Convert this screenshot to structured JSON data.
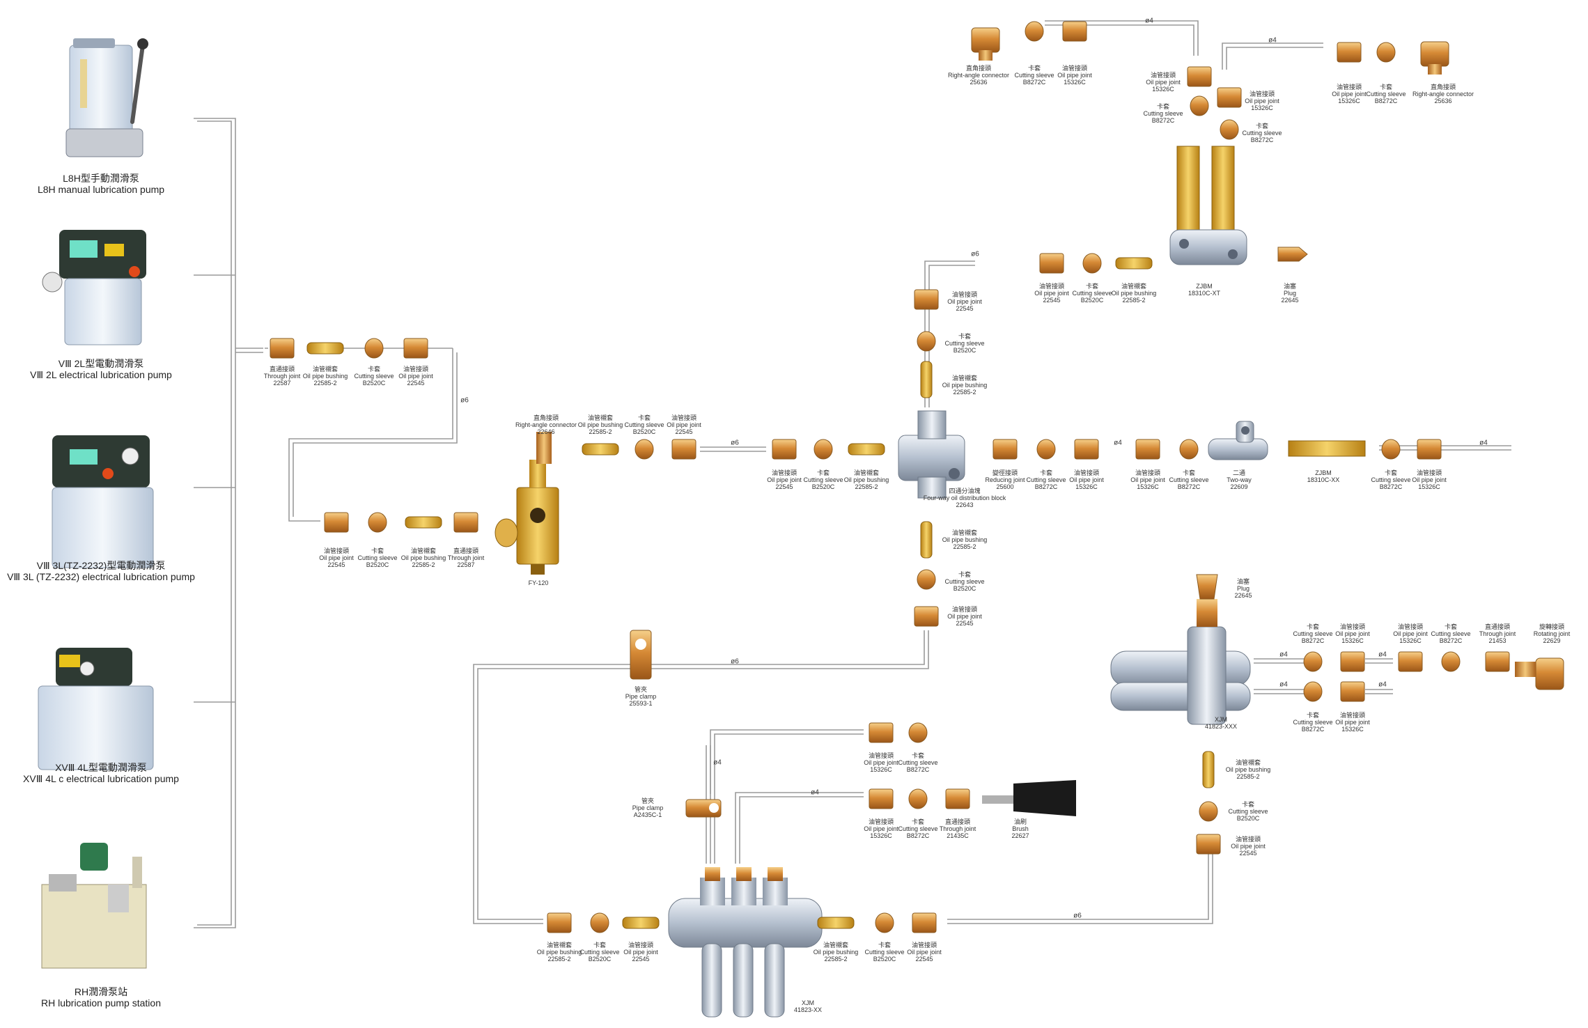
{
  "pumps": [
    {
      "zh": "L8H型手動潤滑泵",
      "en": "L8H manual lubrication pump"
    },
    {
      "zh": "VⅢ 2L型電動潤滑泵",
      "en": "VⅢ 2L electrical lubrication pump"
    },
    {
      "zh": "VⅢ 3L(TZ-2232)型電動潤滑泵",
      "en": "VⅢ 3L (TZ-2232) electrical lubrication pump"
    },
    {
      "zh": "XVⅢ 4L型電動潤滑泵",
      "en": "XVⅢ 4L c electrical lubrication pump"
    },
    {
      "zh": "RH潤滑泵站",
      "en": "RH lubrication pump station"
    }
  ],
  "pipe_diameters": {
    "d6": "ø6",
    "d4": "ø4"
  },
  "parts": {
    "through_joint_22587": {
      "zh": "直通接頭",
      "en": "Through joint",
      "code": "22587"
    },
    "oil_pipe_bushing": {
      "zh": "油管襯套",
      "en": "Oil pipe bushing",
      "code": "22585-2"
    },
    "cutting_sleeve_b2520c": {
      "zh": "卡套",
      "en": "Cutting sleeve",
      "code": "B2520C"
    },
    "oil_pipe_joint_22545": {
      "zh": "油管接頭",
      "en": "Oil pipe joint",
      "code": "22545"
    },
    "right_angle_22646": {
      "zh": "直角接頭",
      "en": "Right-angle connector",
      "code": "22646"
    },
    "fy120": {
      "code": "FY-120"
    },
    "four_way": {
      "zh": "四通分油塊",
      "en": "Four-way oil distribution block",
      "code": "22643"
    },
    "reducing_joint": {
      "zh": "變徑接頭",
      "en": "Reducing joint",
      "code": "25600"
    },
    "cutting_sleeve_b8272c": {
      "zh": "卡套",
      "en": "Cutting sleeve",
      "code": "B8272C"
    },
    "oil_pipe_joint_15326c": {
      "zh": "油管接頭",
      "en": "Oil pipe joint",
      "code": "15326C"
    },
    "two_way": {
      "zh": "二通",
      "en": "Two-way",
      "code": "22609"
    },
    "zjbm_xx": {
      "code1": "ZJBM",
      "code2": "18310C-XX"
    },
    "zjbm_xt": {
      "code1": "ZJBM",
      "code2": "18310C-XT"
    },
    "plug": {
      "zh": "油塞",
      "en": "Plug",
      "code": "22645"
    },
    "right_angle_25636": {
      "zh": "直角接頭",
      "en": "Right-angle connector",
      "code": "25636"
    },
    "pipe_clamp_1": {
      "zh": "管夾",
      "en": "Pipe clamp",
      "code": "25593-1"
    },
    "pipe_clamp_2": {
      "zh": "管夾",
      "en": "Pipe clamp",
      "code": "A2435C-1"
    },
    "through_joint_21435c": {
      "zh": "直通接頭",
      "en": "Through joint",
      "code": "21435C"
    },
    "brush": {
      "zh": "油刷",
      "en": "Brush",
      "code": "22627"
    },
    "xjm_xx": {
      "code1": "XJM",
      "code2": "41823-XX"
    },
    "xjm_xxx": {
      "code1": "XJM",
      "code2": "41823-XXX"
    },
    "through_joint_21453": {
      "zh": "直通接頭",
      "en": "Through joint",
      "code": "21453"
    },
    "rotating_joint": {
      "zh": "旋轉接頭",
      "en": "Rotating joint",
      "code": "22629"
    }
  },
  "colors": {
    "brass": "#d8923a",
    "brass_light": "#f3c77a",
    "gold": "#e0a528",
    "steel": "#b9c4d2",
    "pipe": "#9a9a9a"
  }
}
